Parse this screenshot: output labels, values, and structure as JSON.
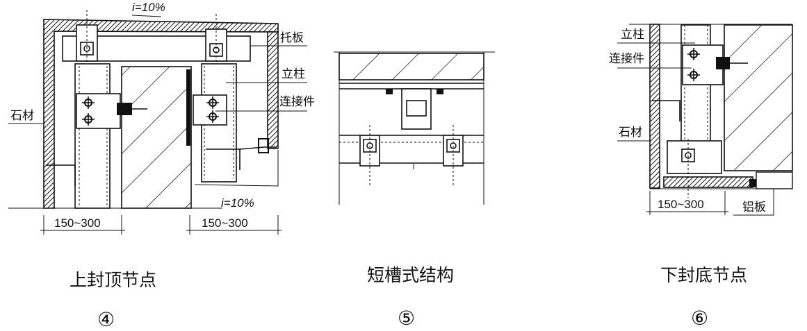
{
  "detail_4": {
    "caption": "上封顶节点",
    "number": "④",
    "slope_top": "i=10%",
    "slope_bottom": "i=10%",
    "labels": {
      "tray": "托板",
      "post": "立柱",
      "connector": "连接件",
      "stone": "石材"
    },
    "dims": [
      "150~300",
      "150~300"
    ]
  },
  "detail_5": {
    "caption": "短槽式结构",
    "number": "⑤"
  },
  "detail_6": {
    "caption": "下封底节点",
    "number": "⑥",
    "labels": {
      "post": "立柱",
      "connector": "连接件",
      "stone": "石材",
      "aluminum": "铝板"
    },
    "dims": [
      "150~300"
    ]
  }
}
